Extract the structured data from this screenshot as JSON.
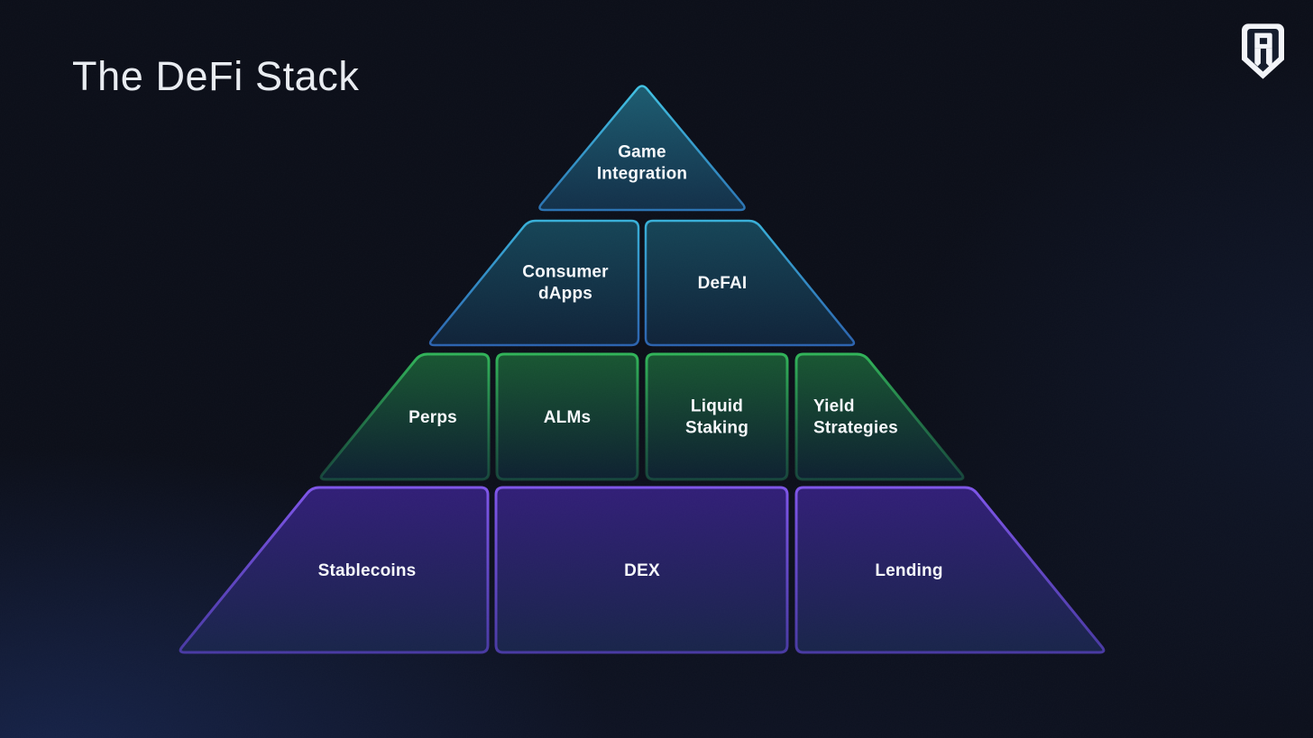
{
  "slide": {
    "title": "The DeFi Stack"
  },
  "logo": {
    "icon": "ronin-shield-logo"
  },
  "colors": {
    "background": "#0b0e18",
    "accent_blue": "#38b0d8",
    "accent_green": "#30b358",
    "accent_purple": "#7e55e9",
    "label_text": "#f6f8fb"
  },
  "pyramid": {
    "tiers": [
      {
        "level": 1,
        "accent": "blue",
        "items": [
          {
            "label": "Game Integration"
          }
        ]
      },
      {
        "level": 2,
        "accent": "blue",
        "items": [
          {
            "label": "Consumer dApps"
          },
          {
            "label": "DeFAI"
          }
        ]
      },
      {
        "level": 3,
        "accent": "green",
        "items": [
          {
            "label": "Perps"
          },
          {
            "label": "ALMs"
          },
          {
            "label": "Liquid Staking"
          },
          {
            "label": "Yield Strategies"
          }
        ]
      },
      {
        "level": 4,
        "accent": "purple",
        "items": [
          {
            "label": "Stablecoins"
          },
          {
            "label": "DEX"
          },
          {
            "label": "Lending"
          }
        ]
      }
    ]
  }
}
